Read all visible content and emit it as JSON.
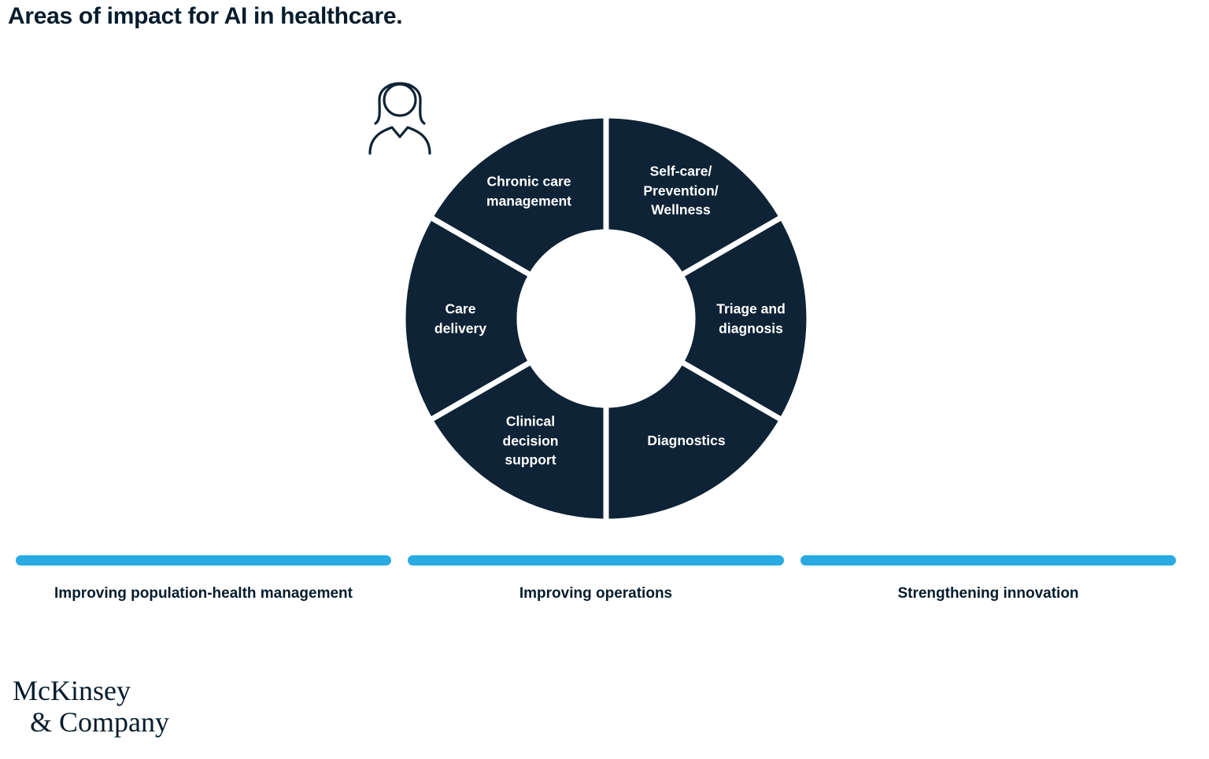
{
  "title": "Areas of impact for AI in healthcare.",
  "colors": {
    "navy": "#0E2335",
    "text_dark": "#051C2C",
    "cyan": "#29ABE2",
    "white": "#FFFFFF"
  },
  "donut": {
    "segments": [
      {
        "id": "self-care",
        "label": "Self-care/\nPrevention/\nWellness"
      },
      {
        "id": "triage-and-diagnosis",
        "label": "Triage and\ndiagnosis"
      },
      {
        "id": "diagnostics",
        "label": "Diagnostics"
      },
      {
        "id": "clinical-decision-support",
        "label": "Clinical\ndecision\nsupport"
      },
      {
        "id": "care-delivery",
        "label": "Care\ndelivery"
      },
      {
        "id": "chronic-care-management",
        "label": "Chronic care\nmanagement"
      }
    ],
    "center_icon": "person-icon"
  },
  "categories": [
    {
      "label": "Improving population-health management"
    },
    {
      "label": "Improving operations"
    },
    {
      "label": "Strengthening innovation"
    }
  ],
  "logo": {
    "line1": "McKinsey",
    "line2": "& Company"
  },
  "chart_data": {
    "type": "pie",
    "title": "Areas of impact for AI in healthcare.",
    "categories": [
      "Self-care/ Prevention/ Wellness",
      "Triage and diagnosis",
      "Diagnostics",
      "Clinical decision support",
      "Care delivery",
      "Chronic care management"
    ],
    "values": [
      1,
      1,
      1,
      1,
      1,
      1
    ],
    "note": "Equal six-segment donut used as an infographic wheel around a patient icon",
    "legend_bars": [
      "Improving population-health management",
      "Improving operations",
      "Strengthening innovation"
    ]
  }
}
